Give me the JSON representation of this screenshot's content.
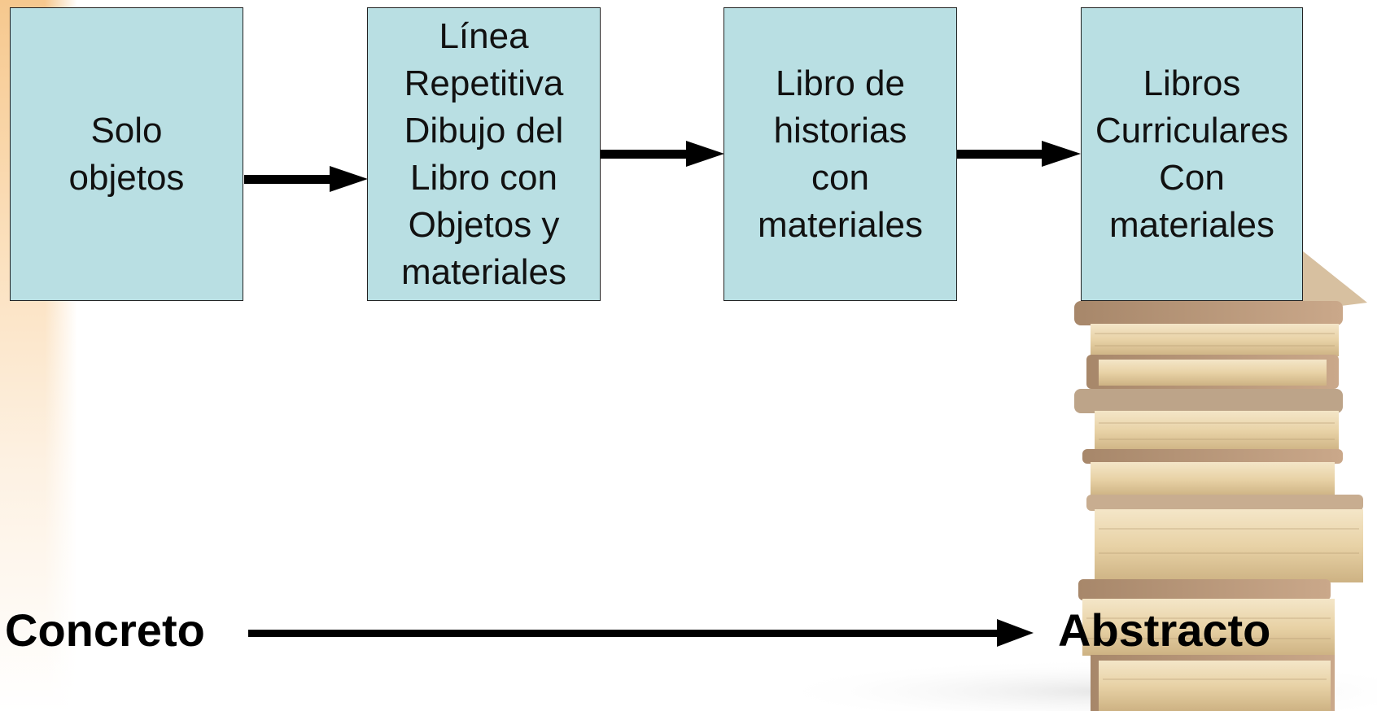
{
  "boxes": [
    {
      "text": "Solo\nobjetos"
    },
    {
      "text": "Línea\nRepetitiva\nDibujo del\nLibro con\nObjetos y\nmateriales"
    },
    {
      "text": "Libro de\nhistorias\ncon\nmateriales"
    },
    {
      "text": "Libros\nCurriculares\nCon\nmateriales"
    }
  ],
  "scale": {
    "start": "Concreto",
    "end": "Abstracto"
  },
  "colors": {
    "box_fill": "#b9dfe3",
    "arrow": "#000000",
    "accent_band": "#f6c88e"
  },
  "background_image": "stack-of-books"
}
